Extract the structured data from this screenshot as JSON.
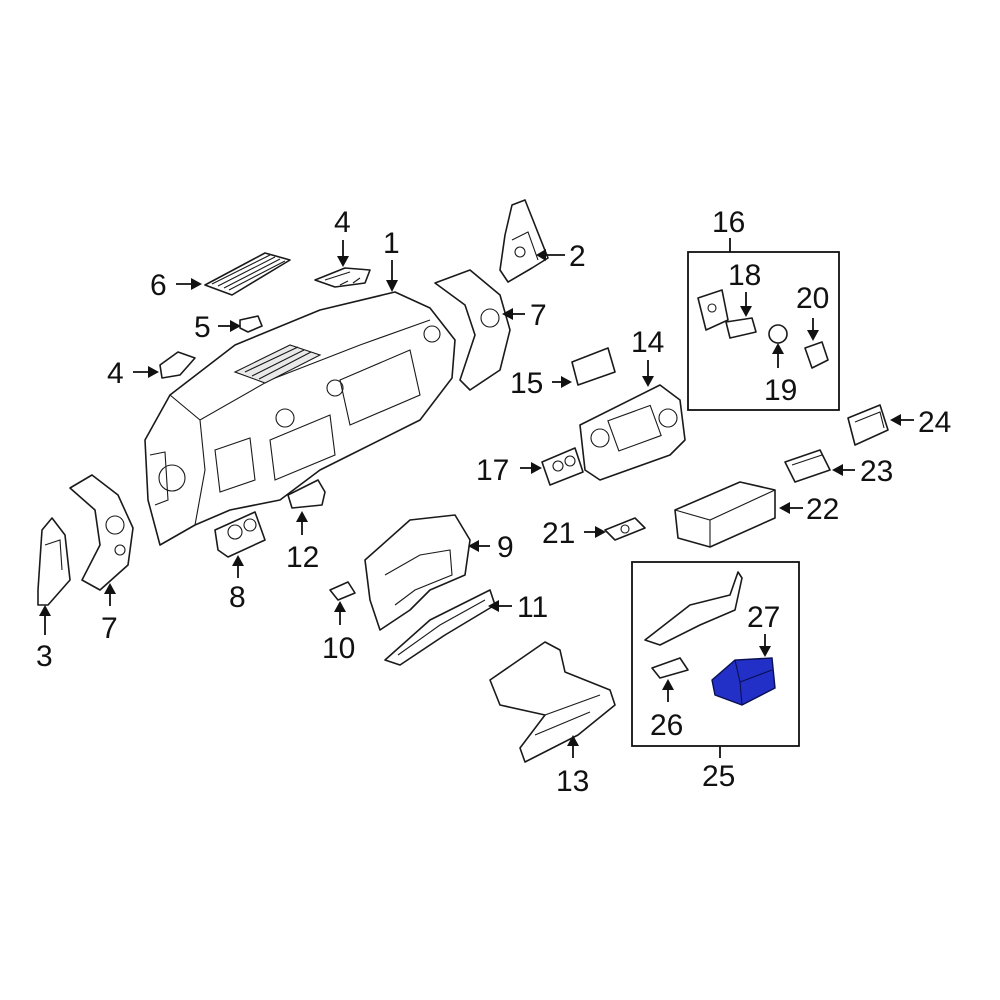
{
  "highlight_color": "#2230c8",
  "highlighted_part": "27",
  "callouts": [
    {
      "id": "c1",
      "label": "1"
    },
    {
      "id": "c2",
      "label": "2"
    },
    {
      "id": "c3",
      "label": "3"
    },
    {
      "id": "c4a",
      "label": "4"
    },
    {
      "id": "c4b",
      "label": "4"
    },
    {
      "id": "c5",
      "label": "5"
    },
    {
      "id": "c6",
      "label": "6"
    },
    {
      "id": "c7a",
      "label": "7"
    },
    {
      "id": "c7b",
      "label": "7"
    },
    {
      "id": "c8",
      "label": "8"
    },
    {
      "id": "c9",
      "label": "9"
    },
    {
      "id": "c10",
      "label": "10"
    },
    {
      "id": "c11",
      "label": "11"
    },
    {
      "id": "c12",
      "label": "12"
    },
    {
      "id": "c13",
      "label": "13"
    },
    {
      "id": "c14",
      "label": "14"
    },
    {
      "id": "c15",
      "label": "15"
    },
    {
      "id": "c16",
      "label": "16"
    },
    {
      "id": "c17",
      "label": "17"
    },
    {
      "id": "c18",
      "label": "18"
    },
    {
      "id": "c19",
      "label": "19"
    },
    {
      "id": "c20",
      "label": "20"
    },
    {
      "id": "c21",
      "label": "21"
    },
    {
      "id": "c22",
      "label": "22"
    },
    {
      "id": "c23",
      "label": "23"
    },
    {
      "id": "c24",
      "label": "24"
    },
    {
      "id": "c25",
      "label": "25"
    },
    {
      "id": "c26",
      "label": "26"
    },
    {
      "id": "c27",
      "label": "27"
    }
  ]
}
